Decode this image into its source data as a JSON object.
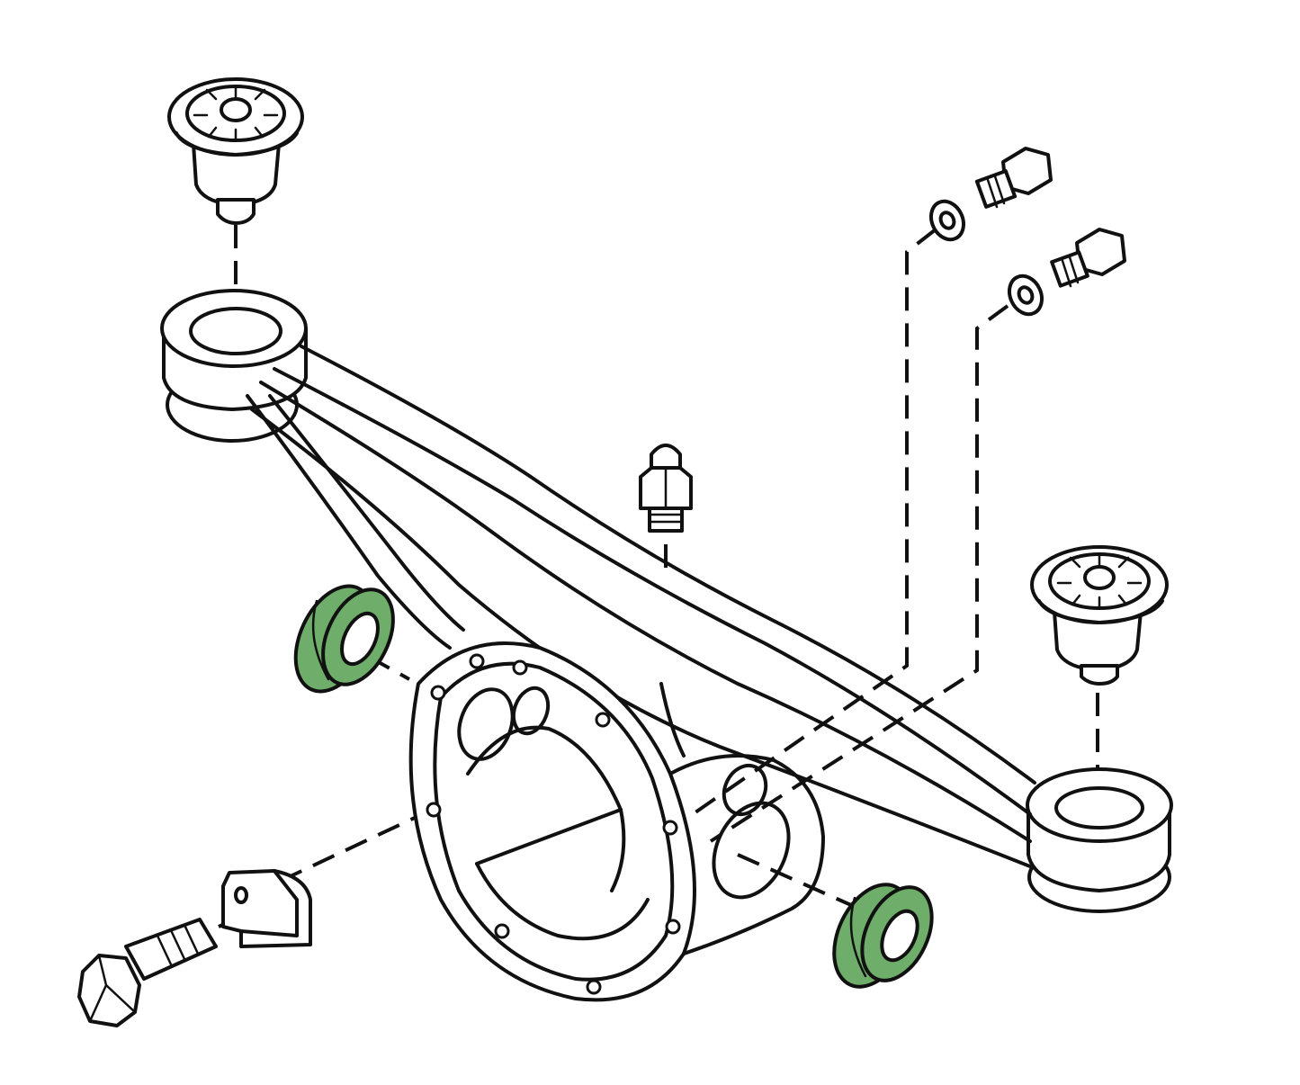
{
  "diagram": {
    "type": "exploded-parts-view",
    "parts": [
      {
        "name": "rubber-mount",
        "count": 2
      },
      {
        "name": "crossmember",
        "count": 1
      },
      {
        "name": "transmission-housing",
        "count": 1
      },
      {
        "name": "breather-valve",
        "count": 1
      },
      {
        "name": "flange-bolt",
        "count": 2
      },
      {
        "name": "lock-washer",
        "count": 2
      },
      {
        "name": "shaft-seal",
        "count": 2
      },
      {
        "name": "bracket",
        "count": 1
      },
      {
        "name": "hex-bolt",
        "count": 1
      }
    ],
    "colors": {
      "line": "#111111",
      "background": "#ffffff",
      "highlight_seal": "#6fae6a"
    },
    "highlighted_parts": [
      "shaft-seal"
    ]
  }
}
